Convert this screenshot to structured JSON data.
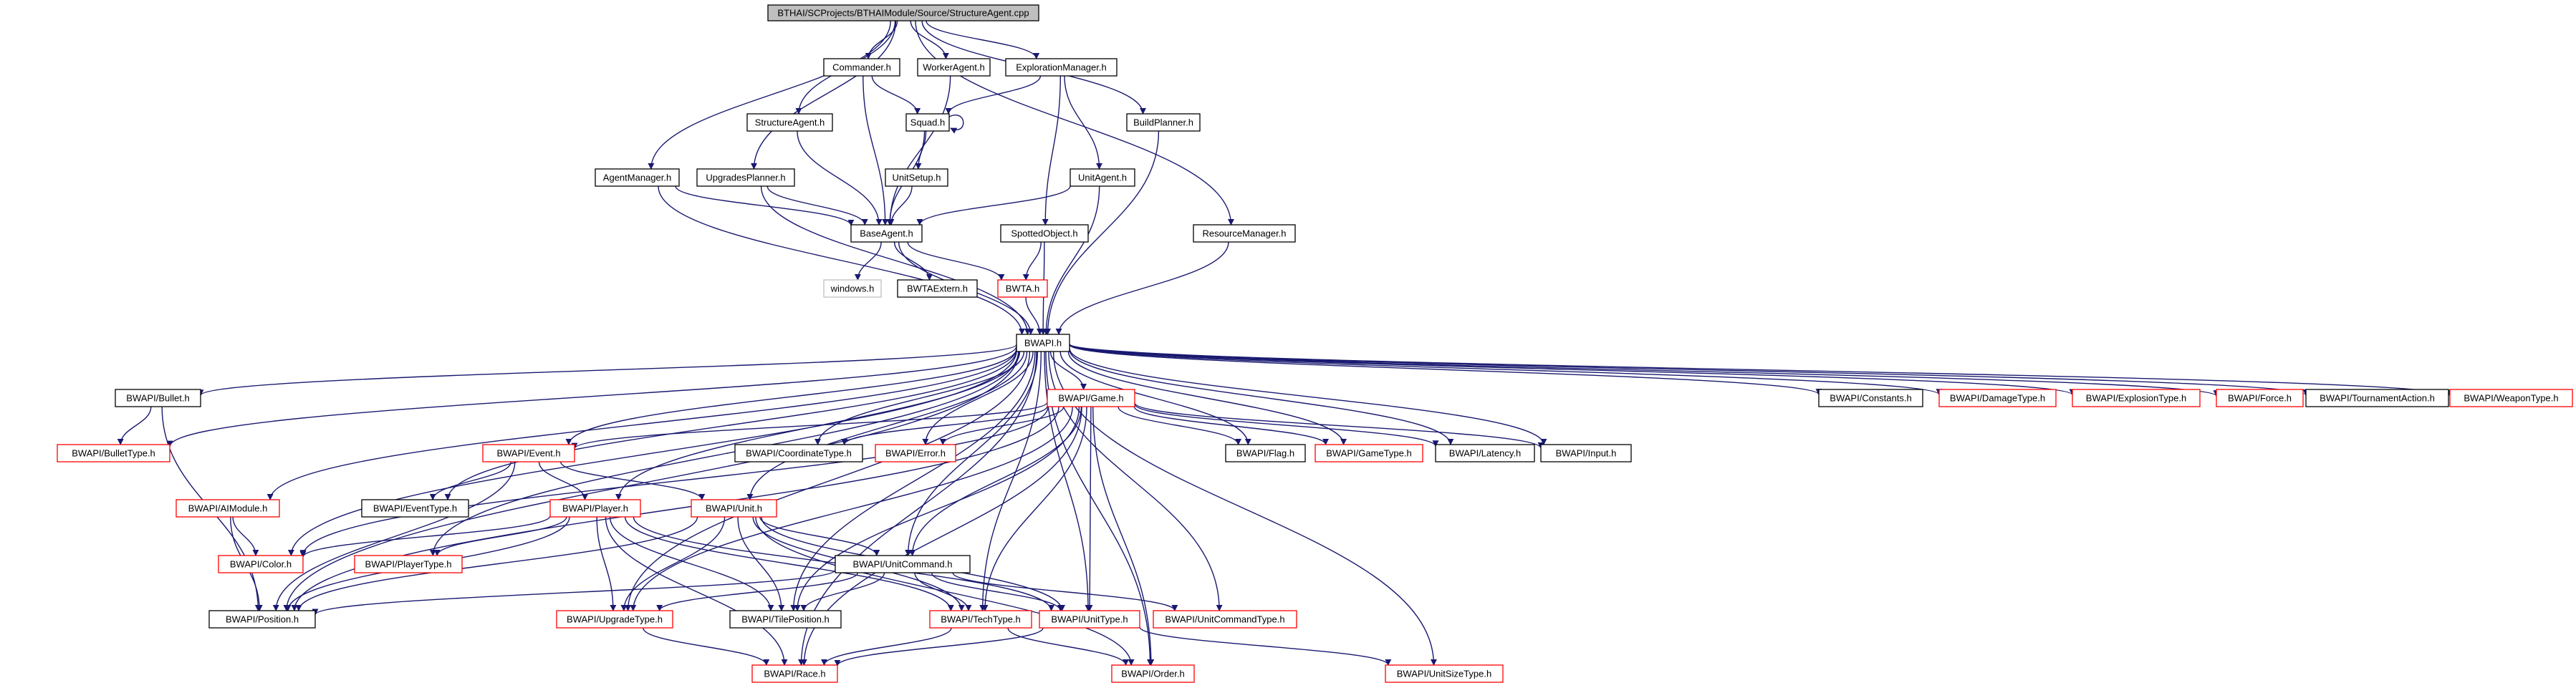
{
  "colors": {
    "edge": "#191970",
    "root_fill": "#bfbfbf",
    "normal_border": "#000000",
    "linked_border": "#ff0000",
    "plain_border": "#bfbfbf",
    "text": "#000000"
  },
  "root": {
    "label": "BTHAI/SCProjects/BTHAIModule/Source/StructureAgent.cpp"
  },
  "nodes": {
    "commander": {
      "label": "Commander.h",
      "style": "normal"
    },
    "workeragent": {
      "label": "WorkerAgent.h",
      "style": "normal"
    },
    "exploration": {
      "label": "ExplorationManager.h",
      "style": "normal"
    },
    "structureagent": {
      "label": "StructureAgent.h",
      "style": "normal"
    },
    "squad": {
      "label": "Squad.h",
      "style": "normal"
    },
    "buildplanner": {
      "label": "BuildPlanner.h",
      "style": "normal"
    },
    "agentmanager": {
      "label": "AgentManager.h",
      "style": "normal"
    },
    "upgradesplanner": {
      "label": "UpgradesPlanner.h",
      "style": "normal"
    },
    "unitsetup": {
      "label": "UnitSetup.h",
      "style": "normal"
    },
    "unitagent": {
      "label": "UnitAgent.h",
      "style": "normal"
    },
    "baseagent": {
      "label": "BaseAgent.h",
      "style": "normal"
    },
    "spotted": {
      "label": "SpottedObject.h",
      "style": "normal"
    },
    "resource": {
      "label": "ResourceManager.h",
      "style": "normal"
    },
    "windows": {
      "label": "windows.h",
      "style": "plain"
    },
    "bwtaextern": {
      "label": "BWTAExtern.h",
      "style": "normal"
    },
    "bwta": {
      "label": "BWTA.h",
      "style": "linked"
    },
    "bwapi": {
      "label": "BWAPI.h",
      "style": "normal"
    },
    "bullet": {
      "label": "BWAPI/Bullet.h",
      "style": "normal"
    },
    "game": {
      "label": "BWAPI/Game.h",
      "style": "linked"
    },
    "constants": {
      "label": "BWAPI/Constants.h",
      "style": "normal"
    },
    "damagetype": {
      "label": "BWAPI/DamageType.h",
      "style": "linked"
    },
    "explosiontype": {
      "label": "BWAPI/ExplosionType.h",
      "style": "linked"
    },
    "force": {
      "label": "BWAPI/Force.h",
      "style": "linked"
    },
    "tournament": {
      "label": "BWAPI/TournamentAction.h",
      "style": "normal"
    },
    "weapontype": {
      "label": "BWAPI/WeaponType.h",
      "style": "linked"
    },
    "bullettype": {
      "label": "BWAPI/BulletType.h",
      "style": "linked"
    },
    "event": {
      "label": "BWAPI/Event.h",
      "style": "linked"
    },
    "coordinatetype": {
      "label": "BWAPI/CoordinateType.h",
      "style": "normal"
    },
    "error": {
      "label": "BWAPI/Error.h",
      "style": "linked"
    },
    "flag": {
      "label": "BWAPI/Flag.h",
      "style": "normal"
    },
    "gametype": {
      "label": "BWAPI/GameType.h",
      "style": "linked"
    },
    "latency": {
      "label": "BWAPI/Latency.h",
      "style": "normal"
    },
    "input": {
      "label": "BWAPI/Input.h",
      "style": "normal"
    },
    "aimodule": {
      "label": "BWAPI/AIModule.h",
      "style": "linked"
    },
    "eventtype": {
      "label": "BWAPI/EventType.h",
      "style": "normal"
    },
    "player": {
      "label": "BWAPI/Player.h",
      "style": "linked"
    },
    "unit": {
      "label": "BWAPI/Unit.h",
      "style": "linked"
    },
    "color": {
      "label": "BWAPI/Color.h",
      "style": "linked"
    },
    "playertype": {
      "label": "BWAPI/PlayerType.h",
      "style": "linked"
    },
    "unitcommand": {
      "label": "BWAPI/UnitCommand.h",
      "style": "normal"
    },
    "position": {
      "label": "BWAPI/Position.h",
      "style": "normal"
    },
    "upgradetype": {
      "label": "BWAPI/UpgradeType.h",
      "style": "linked"
    },
    "tileposition": {
      "label": "BWAPI/TilePosition.h",
      "style": "normal"
    },
    "techtype": {
      "label": "BWAPI/TechType.h",
      "style": "linked"
    },
    "unittype": {
      "label": "BWAPI/UnitType.h",
      "style": "linked"
    },
    "unitcommandtype": {
      "label": "BWAPI/UnitCommandType.h",
      "style": "linked"
    },
    "race": {
      "label": "BWAPI/Race.h",
      "style": "linked"
    },
    "order": {
      "label": "BWAPI/Order.h",
      "style": "linked"
    },
    "unitsizetype": {
      "label": "BWAPI/UnitSizeType.h",
      "style": "linked"
    }
  },
  "edges": [
    [
      "root",
      "commander"
    ],
    [
      "root",
      "workeragent"
    ],
    [
      "root",
      "exploration"
    ],
    [
      "root",
      "structureagent"
    ],
    [
      "root",
      "buildplanner"
    ],
    [
      "root",
      "agentmanager"
    ],
    [
      "root",
      "upgradesplanner"
    ],
    [
      "root",
      "resource"
    ],
    [
      "commander",
      "squad"
    ],
    [
      "commander",
      "baseagent"
    ],
    [
      "workeragent",
      "baseagent"
    ],
    [
      "exploration",
      "squad"
    ],
    [
      "exploration",
      "unitagent"
    ],
    [
      "exploration",
      "spotted"
    ],
    [
      "squad",
      "squad"
    ],
    [
      "squad",
      "unitsetup"
    ],
    [
      "squad",
      "baseagent"
    ],
    [
      "unitsetup",
      "baseagent"
    ],
    [
      "structureagent",
      "baseagent"
    ],
    [
      "agentmanager",
      "baseagent"
    ],
    [
      "agentmanager",
      "bwapi"
    ],
    [
      "upgradesplanner",
      "baseagent"
    ],
    [
      "upgradesplanner",
      "bwapi"
    ],
    [
      "unitagent",
      "baseagent"
    ],
    [
      "unitagent",
      "bwapi"
    ],
    [
      "buildplanner",
      "bwapi"
    ],
    [
      "spotted",
      "bwta"
    ],
    [
      "spotted",
      "bwapi"
    ],
    [
      "resource",
      "bwapi"
    ],
    [
      "baseagent",
      "windows"
    ],
    [
      "baseagent",
      "bwtaextern"
    ],
    [
      "baseagent",
      "bwta"
    ],
    [
      "baseagent",
      "bwapi"
    ],
    [
      "bwta",
      "bwapi"
    ],
    [
      "bwapi",
      "bullet"
    ],
    [
      "bwapi",
      "bullettype"
    ],
    [
      "bwapi",
      "aimodule"
    ],
    [
      "bwapi",
      "event"
    ],
    [
      "bwapi",
      "eventtype"
    ],
    [
      "bwapi",
      "player"
    ],
    [
      "bwapi",
      "unit"
    ],
    [
      "bwapi",
      "color"
    ],
    [
      "bwapi",
      "playertype"
    ],
    [
      "bwapi",
      "position"
    ],
    [
      "bwapi",
      "race"
    ],
    [
      "bwapi",
      "game"
    ],
    [
      "bwapi",
      "coordinatetype"
    ],
    [
      "bwapi",
      "error"
    ],
    [
      "bwapi",
      "flag"
    ],
    [
      "bwapi",
      "gametype"
    ],
    [
      "bwapi",
      "latency"
    ],
    [
      "bwapi",
      "input"
    ],
    [
      "bwapi",
      "unitcommand"
    ],
    [
      "bwapi",
      "tileposition"
    ],
    [
      "bwapi",
      "upgradetype"
    ],
    [
      "bwapi",
      "techtype"
    ],
    [
      "bwapi",
      "unittype"
    ],
    [
      "bwapi",
      "unitcommandtype"
    ],
    [
      "bwapi",
      "order"
    ],
    [
      "bwapi",
      "unitsizetype"
    ],
    [
      "bwapi",
      "constants"
    ],
    [
      "bwapi",
      "damagetype"
    ],
    [
      "bwapi",
      "explosiontype"
    ],
    [
      "bwapi",
      "force"
    ],
    [
      "bwapi",
      "tournament"
    ],
    [
      "bwapi",
      "weapontype"
    ],
    [
      "bullet",
      "bullettype"
    ],
    [
      "bullet",
      "position"
    ],
    [
      "aimodule",
      "color"
    ],
    [
      "aimodule",
      "position"
    ],
    [
      "event",
      "eventtype"
    ],
    [
      "event",
      "player"
    ],
    [
      "event",
      "unit"
    ],
    [
      "event",
      "position"
    ],
    [
      "game",
      "event"
    ],
    [
      "game",
      "coordinatetype"
    ],
    [
      "game",
      "error"
    ],
    [
      "game",
      "flag"
    ],
    [
      "game",
      "gametype"
    ],
    [
      "game",
      "latency"
    ],
    [
      "game",
      "input"
    ],
    [
      "game",
      "color"
    ],
    [
      "game",
      "unitcommand"
    ],
    [
      "game",
      "upgradetype"
    ],
    [
      "game",
      "tileposition"
    ],
    [
      "game",
      "techtype"
    ],
    [
      "game",
      "unittype"
    ],
    [
      "game",
      "race"
    ],
    [
      "game",
      "order"
    ],
    [
      "game",
      "position"
    ],
    [
      "player",
      "color"
    ],
    [
      "player",
      "playertype"
    ],
    [
      "player",
      "position"
    ],
    [
      "player",
      "upgradetype"
    ],
    [
      "player",
      "tileposition"
    ],
    [
      "player",
      "techtype"
    ],
    [
      "player",
      "unittype"
    ],
    [
      "player",
      "race"
    ],
    [
      "unit",
      "unitcommand"
    ],
    [
      "unit",
      "position"
    ],
    [
      "unit",
      "upgradetype"
    ],
    [
      "unit",
      "tileposition"
    ],
    [
      "unit",
      "techtype"
    ],
    [
      "unit",
      "unittype"
    ],
    [
      "unit",
      "order"
    ],
    [
      "unitcommand",
      "position"
    ],
    [
      "unitcommand",
      "upgradetype"
    ],
    [
      "unitcommand",
      "tileposition"
    ],
    [
      "unitcommand",
      "techtype"
    ],
    [
      "unitcommand",
      "unittype"
    ],
    [
      "unitcommand",
      "unitcommandtype"
    ],
    [
      "upgradetype",
      "race"
    ],
    [
      "techtype",
      "race"
    ],
    [
      "techtype",
      "order"
    ],
    [
      "unittype",
      "race"
    ],
    [
      "unittype",
      "unitsizetype"
    ]
  ]
}
